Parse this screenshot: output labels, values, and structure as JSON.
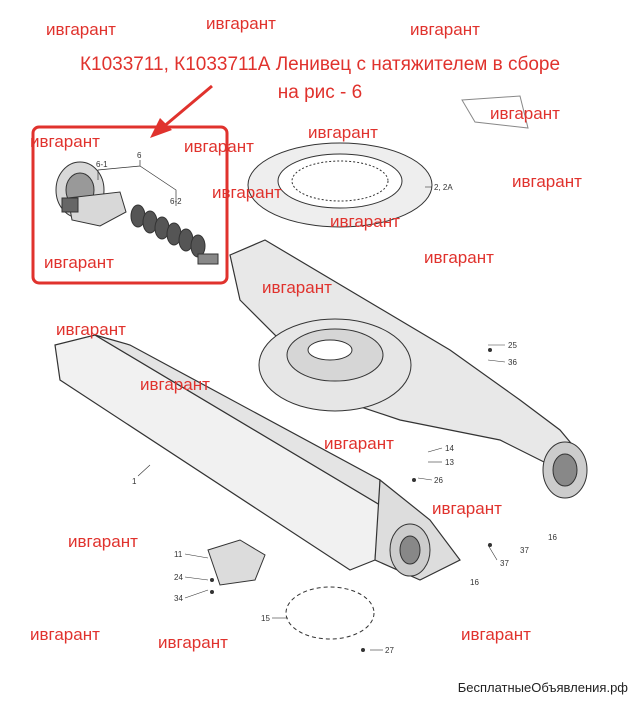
{
  "title": {
    "line1": "К1033711, К1033711А Ленивец с натяжителем в сборе",
    "line2": "на рис - 6"
  },
  "watermark": "ивгарант",
  "callouts": {
    "c1": "1",
    "c2": "2, 2A",
    "c6": "6",
    "c61": "6-1",
    "c62": "6-2",
    "c11": "11",
    "c13": "13",
    "c14": "14",
    "c15": "15",
    "c16a": "16",
    "c16b": "16",
    "c24": "24",
    "c25": "25",
    "c26": "26",
    "c27": "27",
    "c34": "34",
    "c36": "36",
    "c37a": "37",
    "c37b": "37"
  },
  "footer": "БесплатныеОбъявления.рф",
  "colors": {
    "accent": "#e0322d",
    "line": "#333333"
  }
}
